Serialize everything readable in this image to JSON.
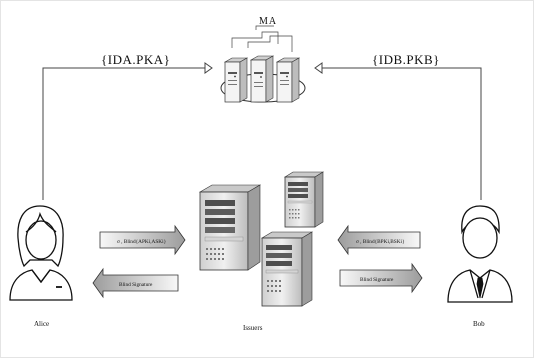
{
  "labels": {
    "ma": "MA",
    "id_alice": "{IDA.PKA}",
    "id_bob": "{IDB.PKB}",
    "alice": "Alice",
    "bob": "Bob",
    "issuers": "Issuers"
  },
  "arrows": {
    "alice_to_issuers": "σ , Blind{APKi,ASKi}",
    "issuers_to_alice": "Blind Signature",
    "bob_to_issuers": "σ , Blind{BPKi,BSKi}",
    "issuers_to_bob": "Blind Signature"
  },
  "icons": {
    "ma_servers": "server-cluster-icon",
    "issuer_servers": "server-tower-icon",
    "alice": "female-user-icon",
    "bob": "male-user-icon"
  },
  "colors": {
    "line": "#333333",
    "arrow_fill_light": "#f4f4f4",
    "arrow_fill_dark": "#a8a8a8",
    "server_dark": "#5a5a5a",
    "server_light": "#d6d6d6"
  }
}
